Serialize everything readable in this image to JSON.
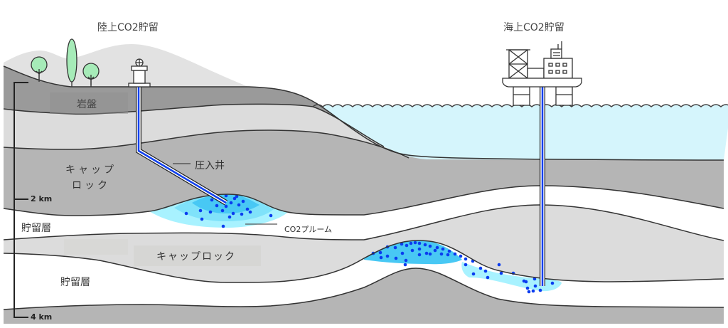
{
  "titles": {
    "onshore": "陸上CO2貯留",
    "offshore": "海上CO2貯留"
  },
  "labels": {
    "bedrock": "岩盤",
    "caprock_upper_line1": "キャップ",
    "caprock_upper_line2": "ロック",
    "injection_well": "圧入井",
    "reservoir_upper": "貯留層",
    "co2_plume": "CO2プルーム",
    "caprock_lower": "キャップロック",
    "reservoir_lower": "貯留層"
  },
  "depth_scale": {
    "mid": "2 km",
    "bottom": "4 km"
  },
  "colors": {
    "bedrock": "#9a9a9a",
    "light_layer": "#dcdcdc",
    "mid_layer": "#b5b5b5",
    "sea": "#d5f5fc",
    "plume_outer": "#a8f2ff",
    "plume_inner": "#48c8f4",
    "co2_dot": "#0a3cf0",
    "well_core": "#1040f0",
    "tree": "#a6ebb8"
  }
}
